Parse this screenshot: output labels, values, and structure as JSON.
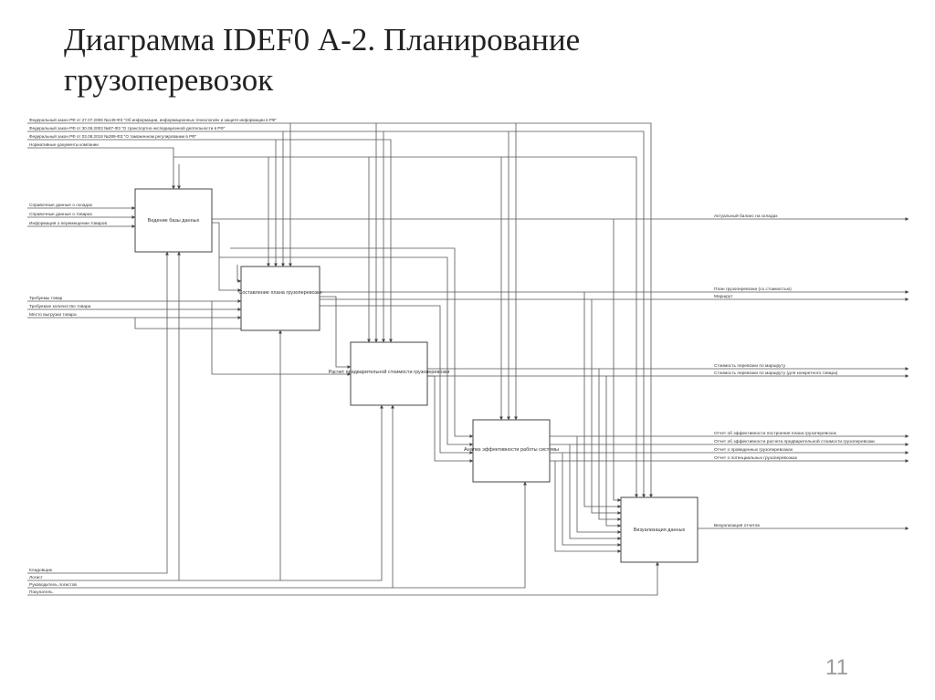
{
  "slide": {
    "title_line1": "Диаграмма IDEF0 А-2. Планирование",
    "title_line2": "грузоперевозок",
    "page_number": "11"
  },
  "diagram": {
    "controls": [
      "Федеральный закон РФ от 27.07.2006 №149-ФЗ \"Об информации, информационных технологиях и защите информации в РФ\"",
      "Федеральный закон РФ от 30.06.2003 №87-ФЗ \"О транспортно-экспедиционной деятельности в РФ\"",
      "Федеральный закон РФ от 03.08.2018 №289-ФЗ \"О таможенном регулировании в РФ\"",
      "Нормативные документы компании"
    ],
    "inputs": [
      "Справочные данные о складах",
      "Справочные данные о товарах",
      "Информация о перемещении товаров",
      "Требуемы товар",
      "Требуемое количество товара",
      "Место выгрузки товара"
    ],
    "mechanisms": [
      "Кладовщик",
      "Логист",
      "Руководитель логистов",
      "Покупатель"
    ],
    "functions": [
      "Ведение базы данных",
      "Составление плана грузоперевозки",
      "Расчет предварительной стоимости грузоперевозки",
      "Анализ эффективности работы системы",
      "Визуализация данных"
    ],
    "outputs": [
      "Актуальный баланс на складах",
      "План грузоперевозки (со стоимостью)",
      "Маршрут",
      "Стоимость перевозки по маршруту",
      "Стоимость перевозки по маршруту (для конкретного товара)",
      "Отчет об эффективности построения плана грузоперевозок",
      "Отчет об эффективности расчета предварительной стоимости грузоперевозки",
      "Отчет о проведенных грузоперевозках",
      "Отчет о потенциальных грузоперевозках",
      "Визуализация отчетов"
    ]
  }
}
